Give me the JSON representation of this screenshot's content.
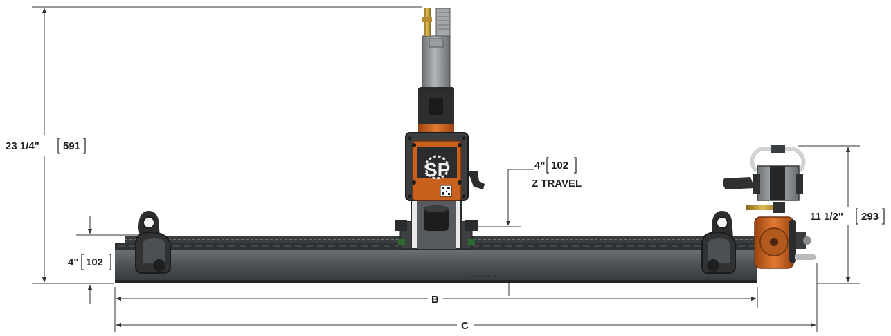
{
  "dimensions": {
    "overall_height": {
      "imperial": "23 1/4\"",
      "metric": "591"
    },
    "z_travel": {
      "imperial": "4\"",
      "metric": "102",
      "label": "Z TRAVEL"
    },
    "rail_height": {
      "imperial": "4\"",
      "metric": "102"
    },
    "side_height": {
      "imperial": "11 1/2\"",
      "metric": "293"
    },
    "length_b": {
      "label": "B"
    },
    "length_c": {
      "label": "C"
    }
  },
  "logo": {
    "text": "SP"
  },
  "colors": {
    "rail": "#4b5052",
    "rail_dark": "#2e3133",
    "orange": "#c8611e",
    "motor_gray": "#8a8d90",
    "dim_line": "#333333"
  }
}
